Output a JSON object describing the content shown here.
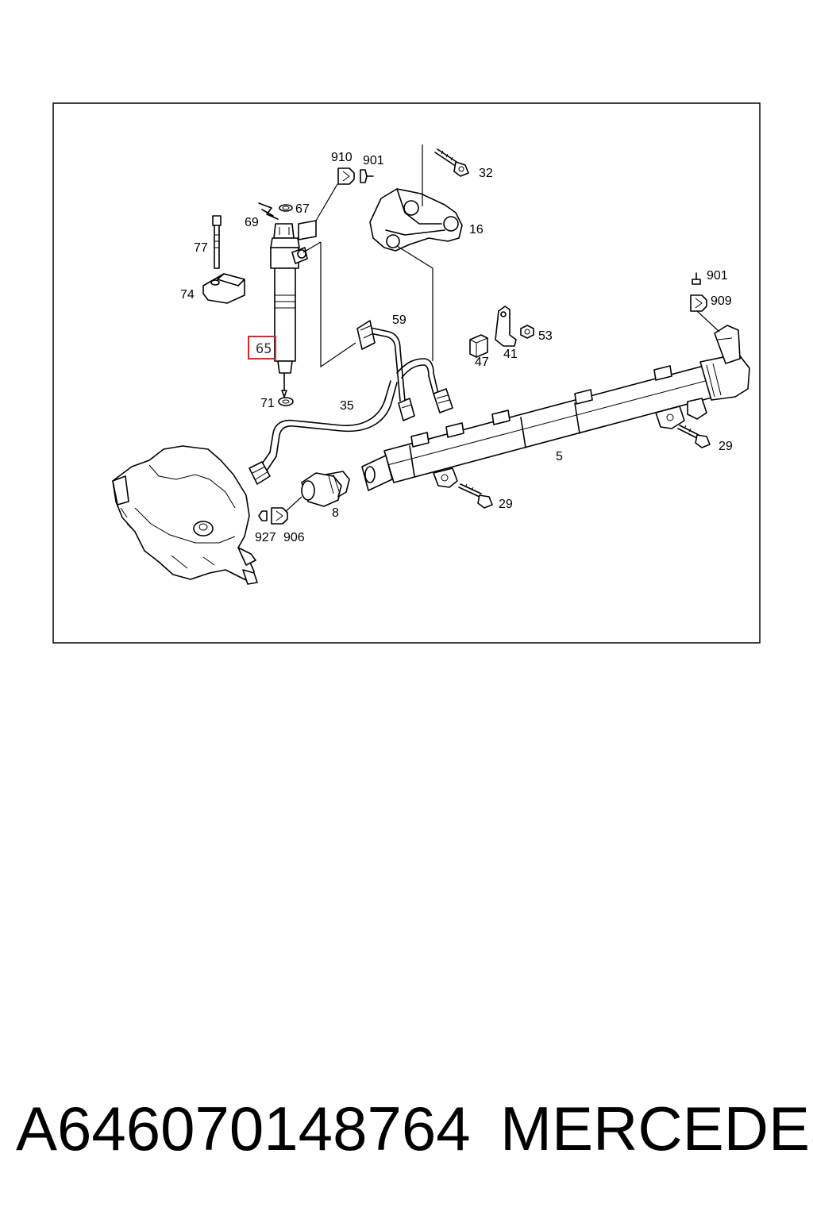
{
  "diagram": {
    "callouts": {
      "c910": "910",
      "c901a": "901",
      "c32": "32",
      "c67": "67",
      "c69": "69",
      "c16": "16",
      "c77": "77",
      "c74": "74",
      "c901b": "901",
      "c909": "909",
      "c59": "59",
      "c53": "53",
      "c47": "47",
      "c41": "41",
      "c65": "65",
      "c71": "71",
      "c35": "35",
      "c29a": "29",
      "c5": "5",
      "c29b": "29",
      "c8": "8",
      "c927": "927",
      "c906": "906"
    },
    "highlighted_callout": "65",
    "highlight_color": "#e0242c"
  },
  "caption": {
    "part_number": "A646070148764",
    "brand": "MERCEDES"
  }
}
